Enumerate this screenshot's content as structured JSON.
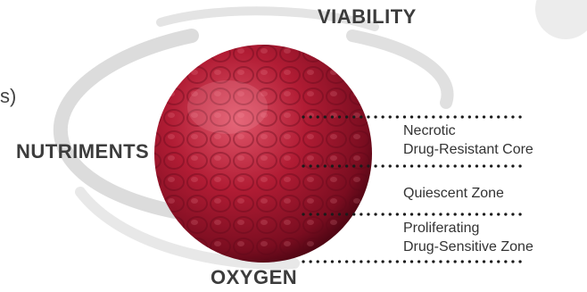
{
  "labels": {
    "viability": "VIABILITY",
    "nutriments": "NUTRIMENTS",
    "oxygen": "OXYGEN",
    "fragment": "s)"
  },
  "zones": {
    "necrotic_line1": "Necrotic",
    "necrotic_line2": "Drug-Resistant Core",
    "quiescent": "Quiescent Zone",
    "proliferating_line1": "Proliferating",
    "proliferating_line2": "Drug-Sensitive Zone"
  },
  "colors": {
    "sphere_dark": "#6a0a1c",
    "sphere_mid": "#a8182f",
    "sphere_light": "#d9445a",
    "swirl": "#d6d6d6",
    "text": "#3c3c3c",
    "dots": "#1a1a1a"
  }
}
